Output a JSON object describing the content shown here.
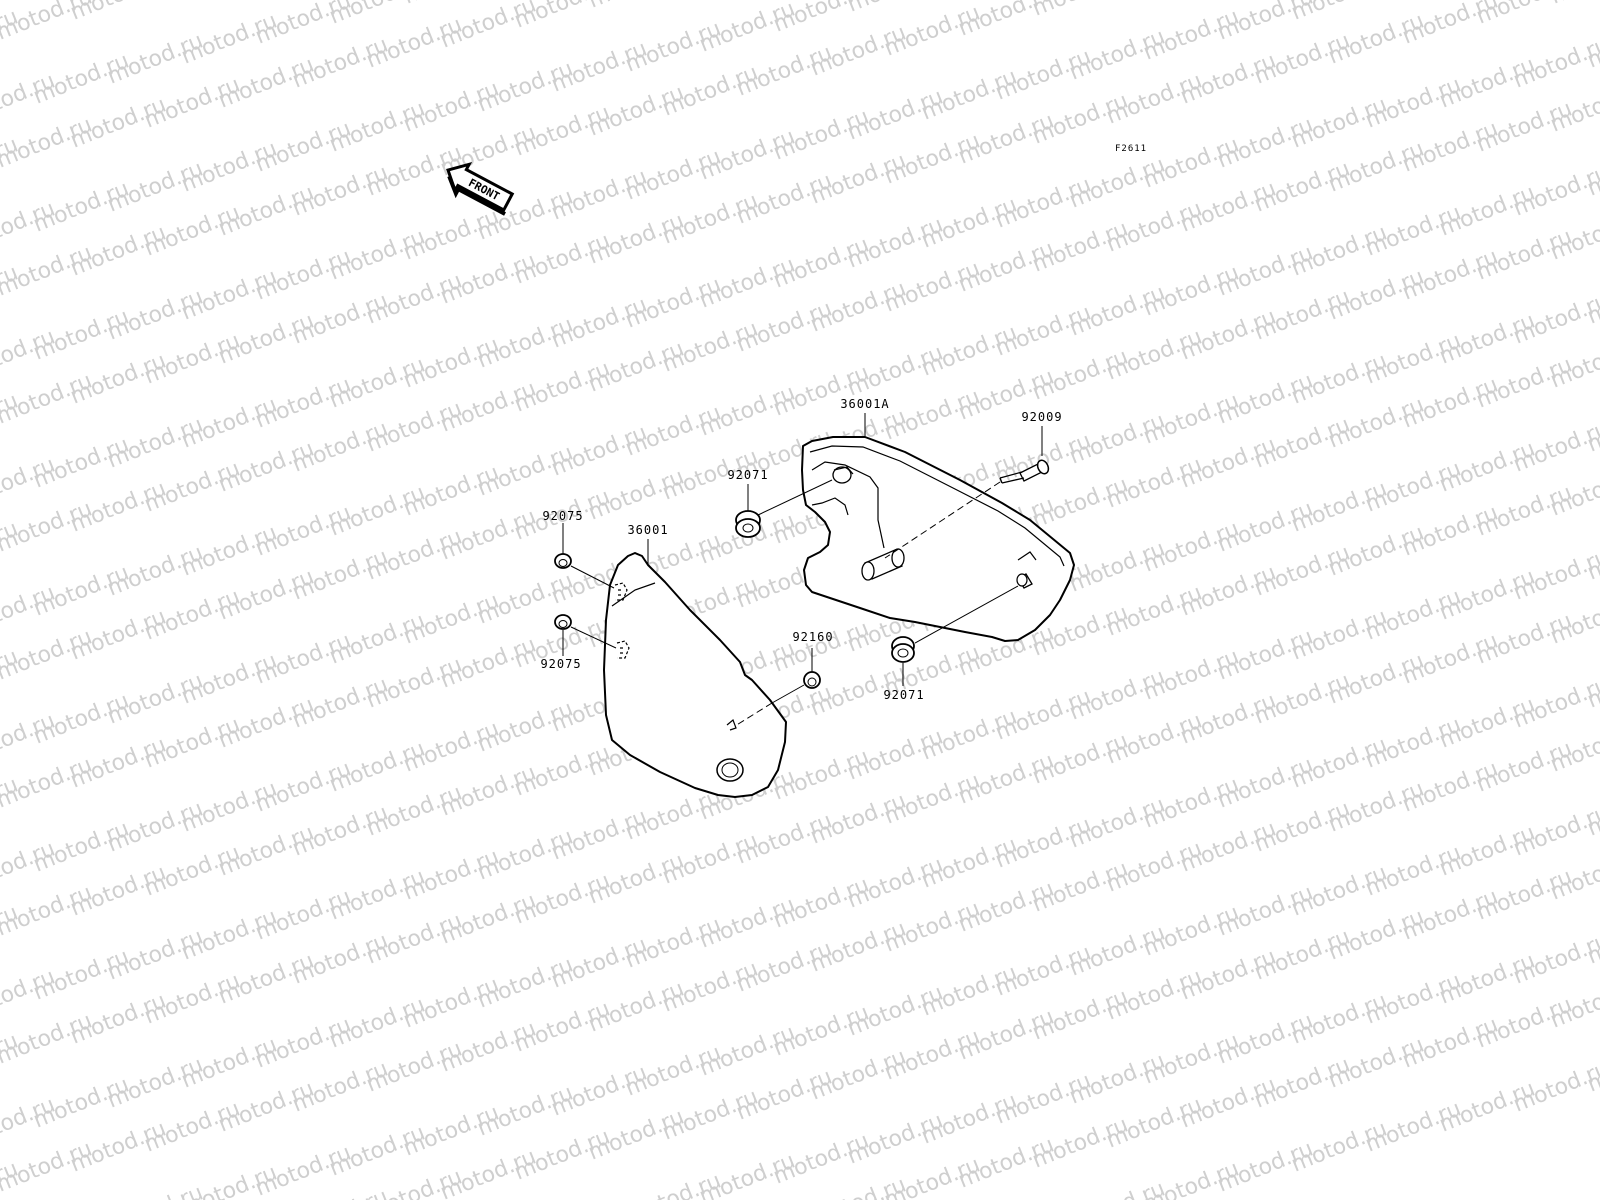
{
  "diagram": {
    "figure_code": "F2611",
    "front_arrow_text": "FRONT",
    "watermark_text": "motod.ru",
    "labels": {
      "p36001A": "36001A",
      "p36001": "36001",
      "p92009": "92009",
      "p92071_top": "92071",
      "p92071_bottom": "92071",
      "p92075_top": "92075",
      "p92075_bottom": "92075",
      "p92160": "92160"
    }
  }
}
